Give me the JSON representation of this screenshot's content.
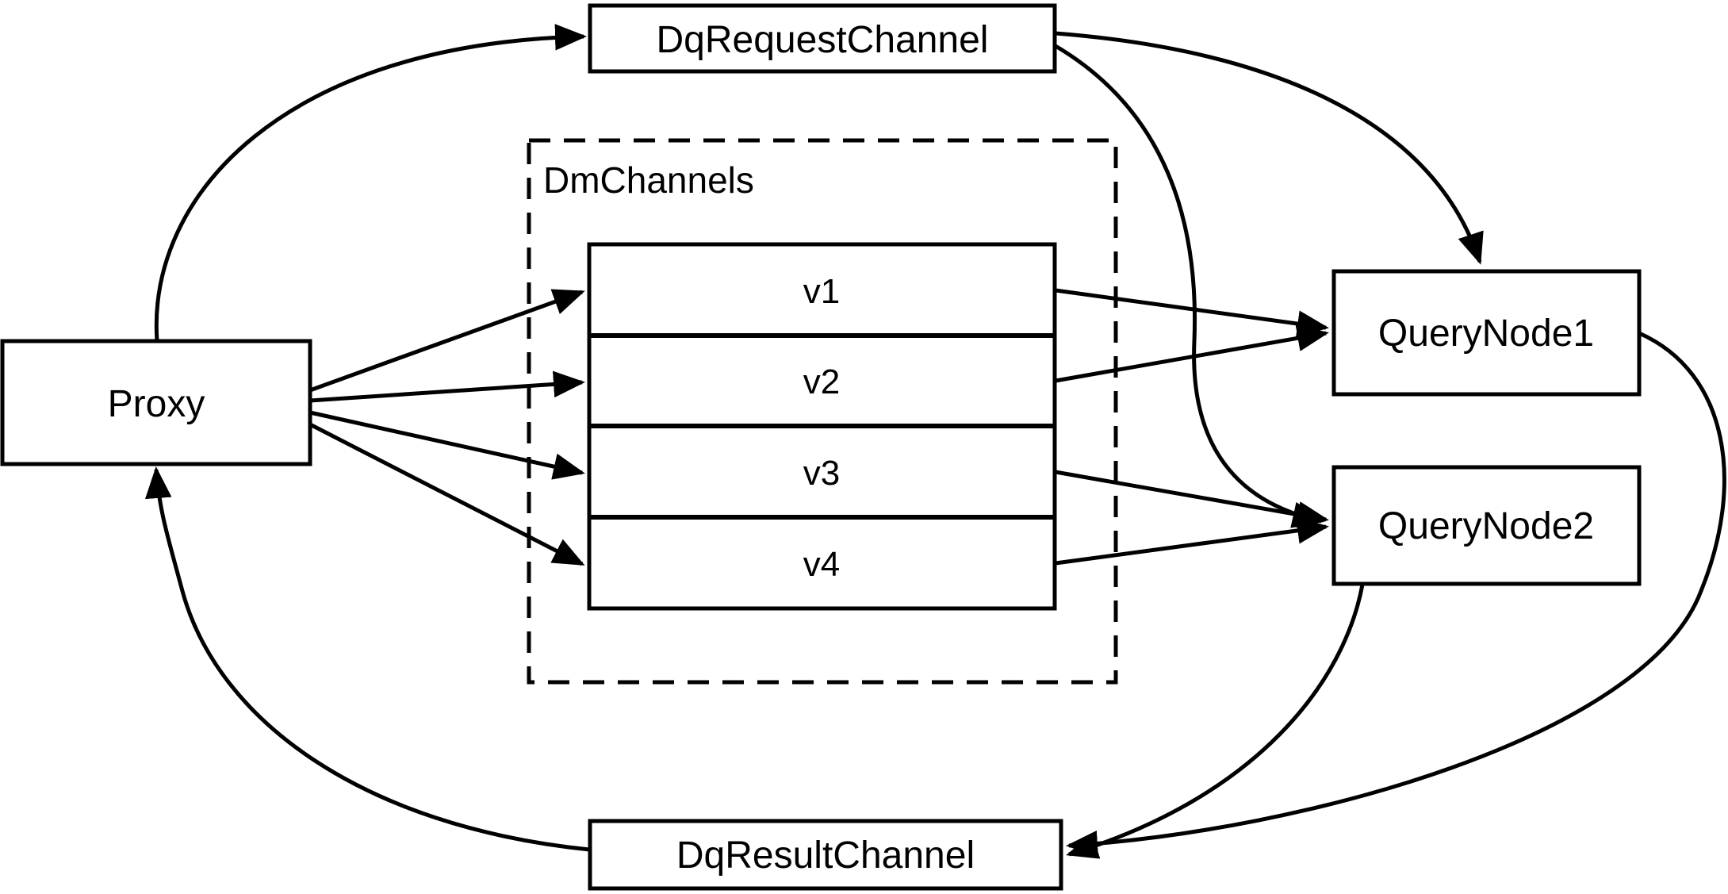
{
  "diagram": {
    "nodes": {
      "proxy": {
        "label": "Proxy"
      },
      "dq_request_channel": {
        "label": "DqRequestChannel"
      },
      "dq_result_channel": {
        "label": "DqResultChannel"
      },
      "query_node_1": {
        "label": "QueryNode1"
      },
      "query_node_2": {
        "label": "QueryNode2"
      },
      "dm_channels": {
        "label": "DmChannels",
        "channels": [
          "v1",
          "v2",
          "v3",
          "v4"
        ]
      }
    },
    "edges": [
      {
        "from": "proxy",
        "to": "dq_request_channel",
        "style": "curved-arrow"
      },
      {
        "from": "proxy",
        "to": "dm_channels.v1",
        "style": "straight-arrow"
      },
      {
        "from": "proxy",
        "to": "dm_channels.v2",
        "style": "straight-arrow"
      },
      {
        "from": "proxy",
        "to": "dm_channels.v3",
        "style": "straight-arrow"
      },
      {
        "from": "proxy",
        "to": "dm_channels.v4",
        "style": "straight-arrow"
      },
      {
        "from": "dm_channels.v1",
        "to": "query_node_1",
        "style": "straight-arrow"
      },
      {
        "from": "dm_channels.v2",
        "to": "query_node_1",
        "style": "straight-arrow"
      },
      {
        "from": "dm_channels.v3",
        "to": "query_node_2",
        "style": "straight-arrow"
      },
      {
        "from": "dm_channels.v4",
        "to": "query_node_2",
        "style": "straight-arrow"
      },
      {
        "from": "dq_request_channel",
        "to": "query_node_1",
        "style": "curved-arrow"
      },
      {
        "from": "dq_request_channel",
        "to": "query_node_2",
        "style": "curved-arrow"
      },
      {
        "from": "query_node_1",
        "to": "dq_result_channel",
        "style": "curved-arrow"
      },
      {
        "from": "query_node_2",
        "to": "dq_result_channel",
        "style": "curved-arrow"
      },
      {
        "from": "dq_result_channel",
        "to": "proxy",
        "style": "curved-arrow"
      }
    ],
    "colors": {
      "line": "#000000",
      "background": "#ffffff",
      "box_fill": "#ffffff"
    }
  }
}
